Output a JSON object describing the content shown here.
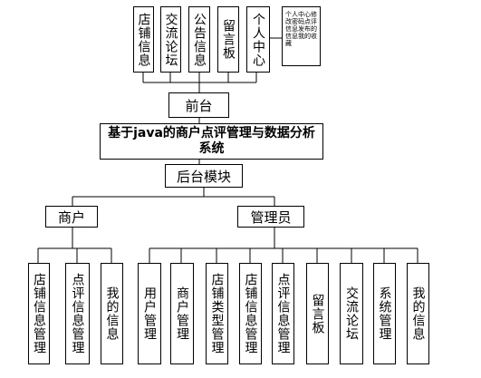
{
  "diagram": {
    "title": "基于java的商户点评管理与数据分析系统",
    "frontend": {
      "label": "前台",
      "modules": [
        "店铺信息",
        "交流论坛",
        "公告信息",
        "留言板",
        "个人中心"
      ],
      "personal_center_note": "个人中心修改密码点评信息发布的信息我的收藏"
    },
    "backend": {
      "label": "后台模块",
      "merchant": {
        "label": "商户",
        "modules": [
          "店铺信息管理",
          "点评信息管理",
          "我的信息"
        ]
      },
      "admin": {
        "label": "管理员",
        "modules": [
          "用户管理",
          "商户管理",
          "店铺类型管理",
          "店铺信息管理",
          "点评信息管理",
          "留言板",
          "交流论坛",
          "系统管理",
          "我的信息"
        ]
      }
    }
  }
}
